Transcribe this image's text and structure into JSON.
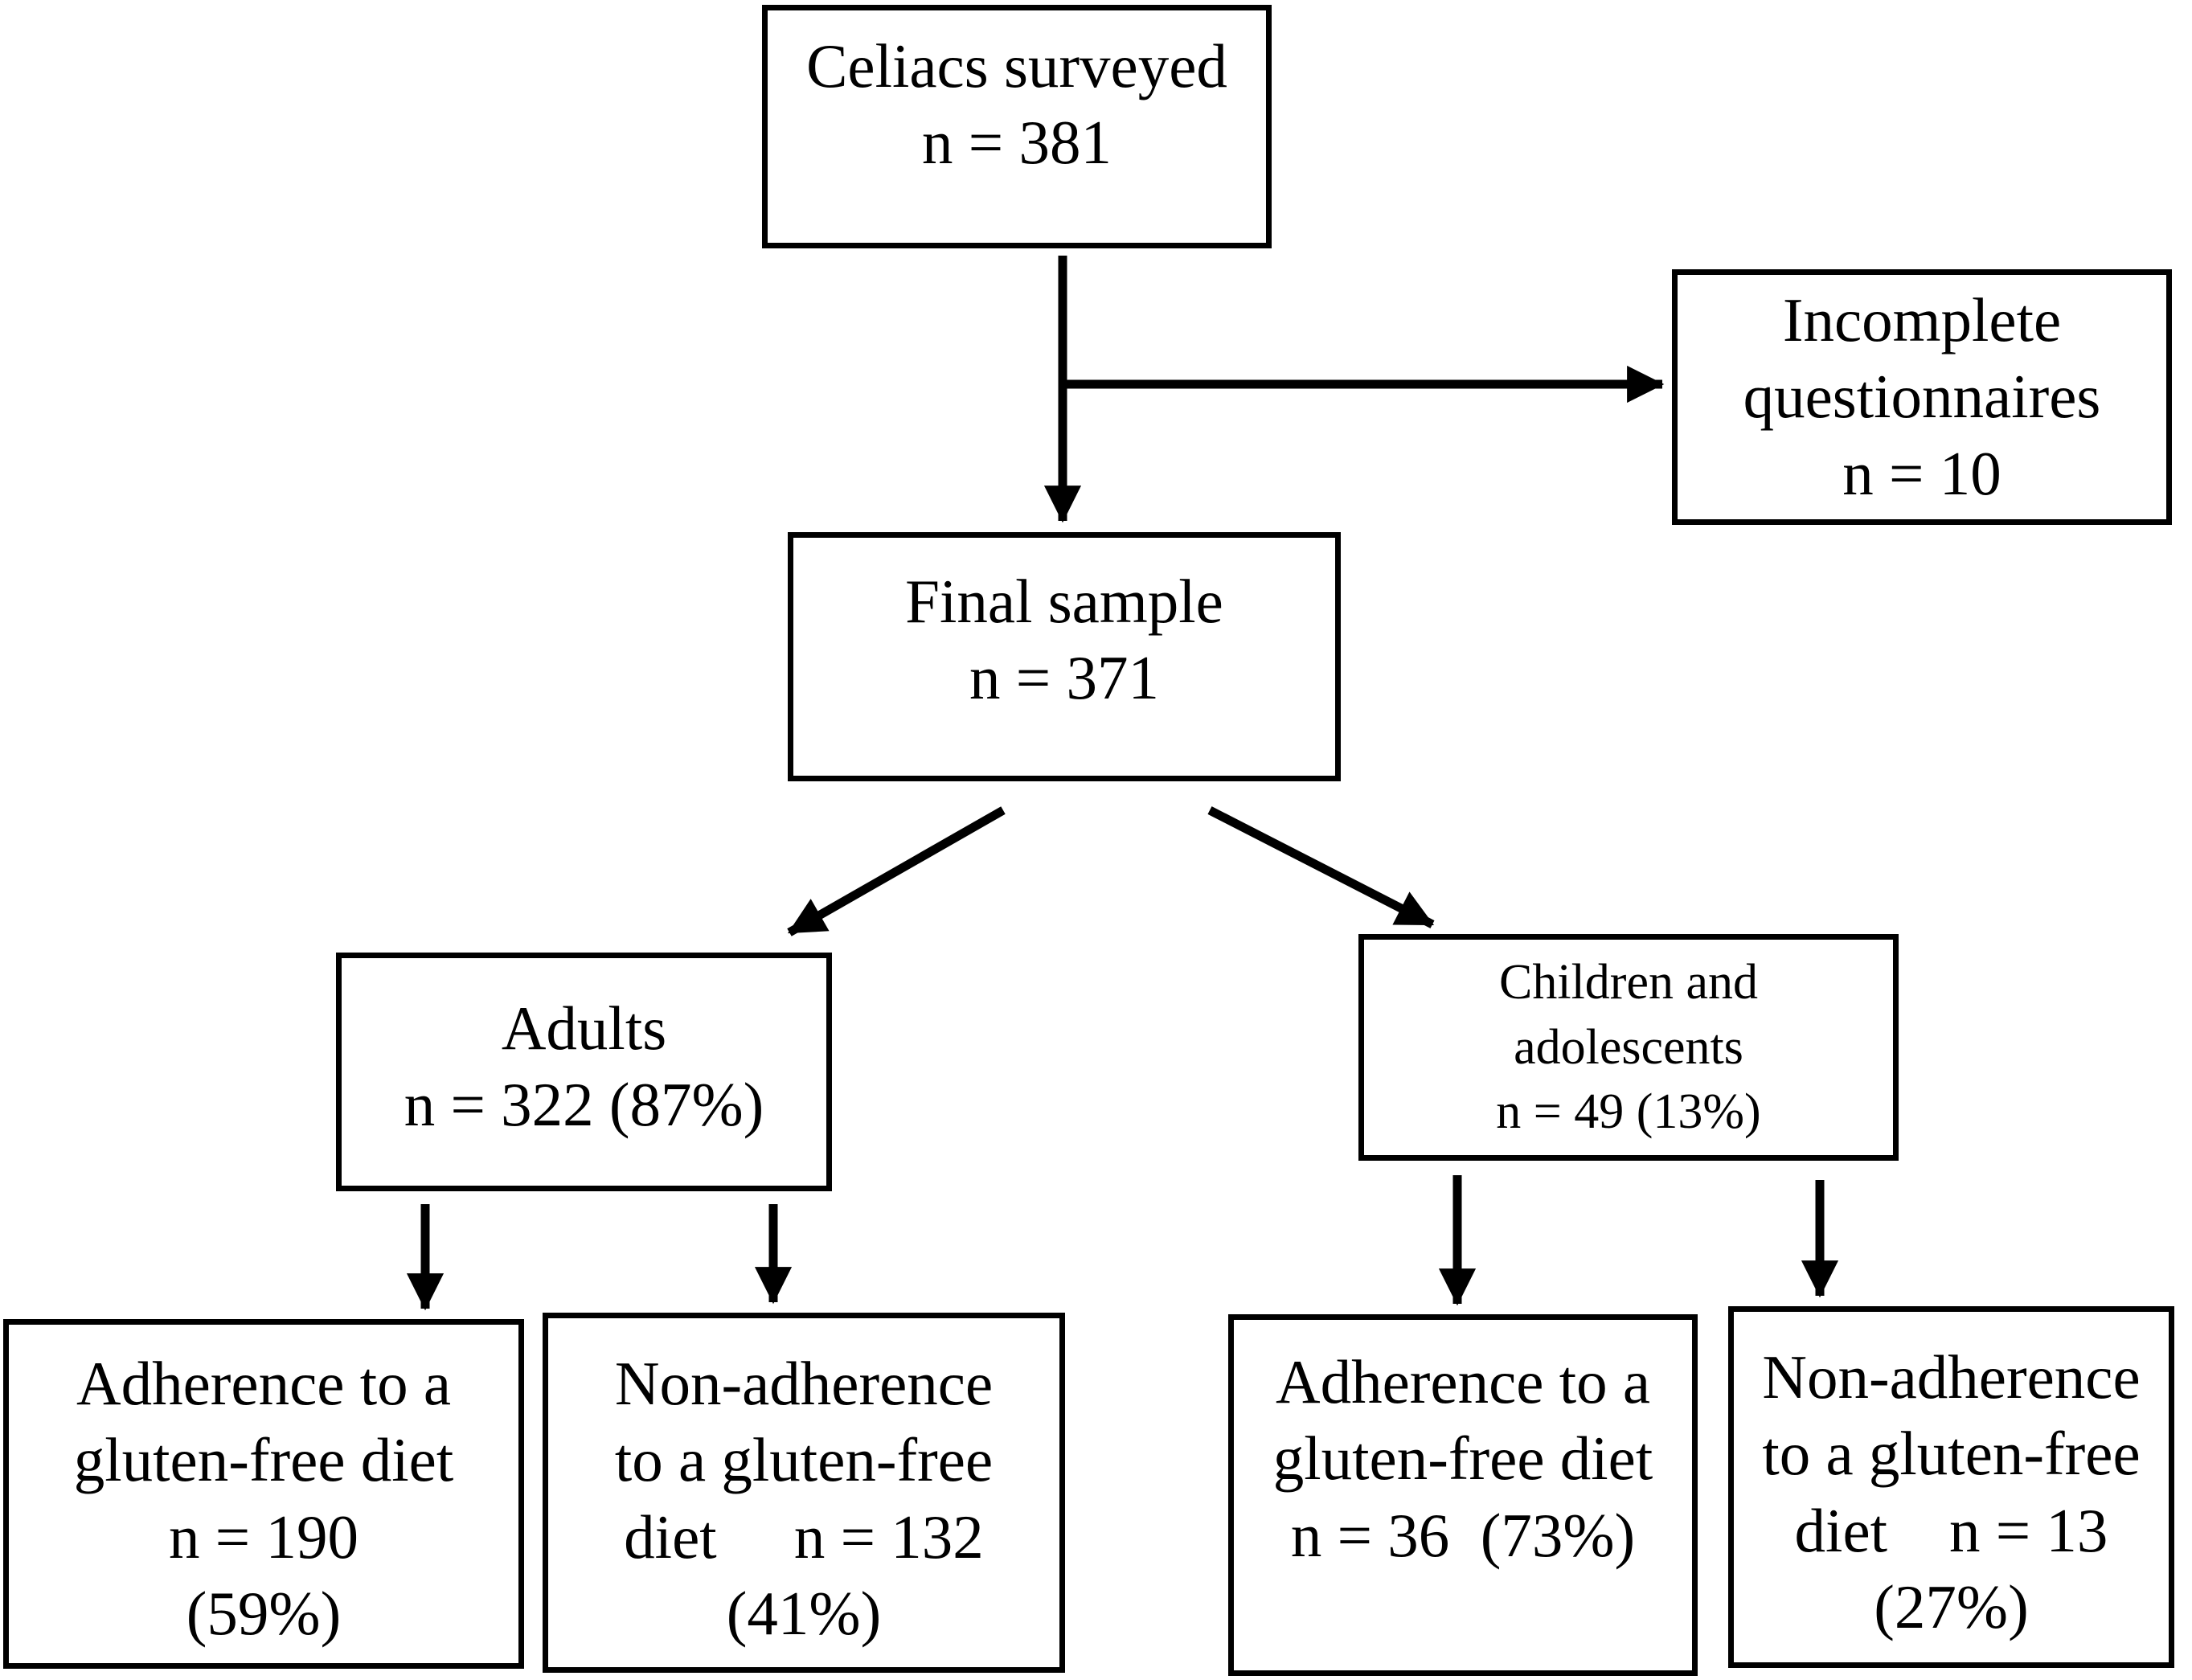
{
  "nodes": {
    "celiacs": {
      "lines": [
        "Celiacs surveyed",
        "n = 381"
      ]
    },
    "incomplete": {
      "lines": [
        "Incomplete",
        "questionnaires",
        "n = 10"
      ]
    },
    "final": {
      "lines": [
        "Final sample",
        "n = 371"
      ]
    },
    "adults": {
      "lines": [
        "Adults",
        "n = 322 (87%)"
      ]
    },
    "children": {
      "lines": [
        "Children and",
        "adolescents",
        "n = 49 (13%)"
      ]
    },
    "adults_adherence": {
      "lines": [
        "Adherence to a",
        "gluten-free diet",
        "n = 190",
        "(59%)"
      ]
    },
    "adults_nonadherence": {
      "lines": [
        "Non-adherence",
        "to a gluten-free",
        "diet     n = 132",
        "(41%)"
      ]
    },
    "children_adherence": {
      "lines": [
        "Adherence to a",
        "gluten-free diet",
        "n = 36  (73%)"
      ]
    },
    "children_nonadherence": {
      "lines": [
        "Non-adherence",
        "to a gluten-free",
        "diet    n = 13",
        "(27%)"
      ]
    }
  },
  "connections": [
    {
      "from": "celiacs",
      "to": "final"
    },
    {
      "from": "celiacs",
      "to": "incomplete"
    },
    {
      "from": "final",
      "to": "adults"
    },
    {
      "from": "final",
      "to": "children"
    },
    {
      "from": "adults",
      "to": "adults_adherence"
    },
    {
      "from": "adults",
      "to": "adults_nonadherence"
    },
    {
      "from": "children",
      "to": "children_adherence"
    },
    {
      "from": "children",
      "to": "children_nonadherence"
    }
  ],
  "colors": {
    "stroke": "#000000",
    "background": "#ffffff"
  }
}
